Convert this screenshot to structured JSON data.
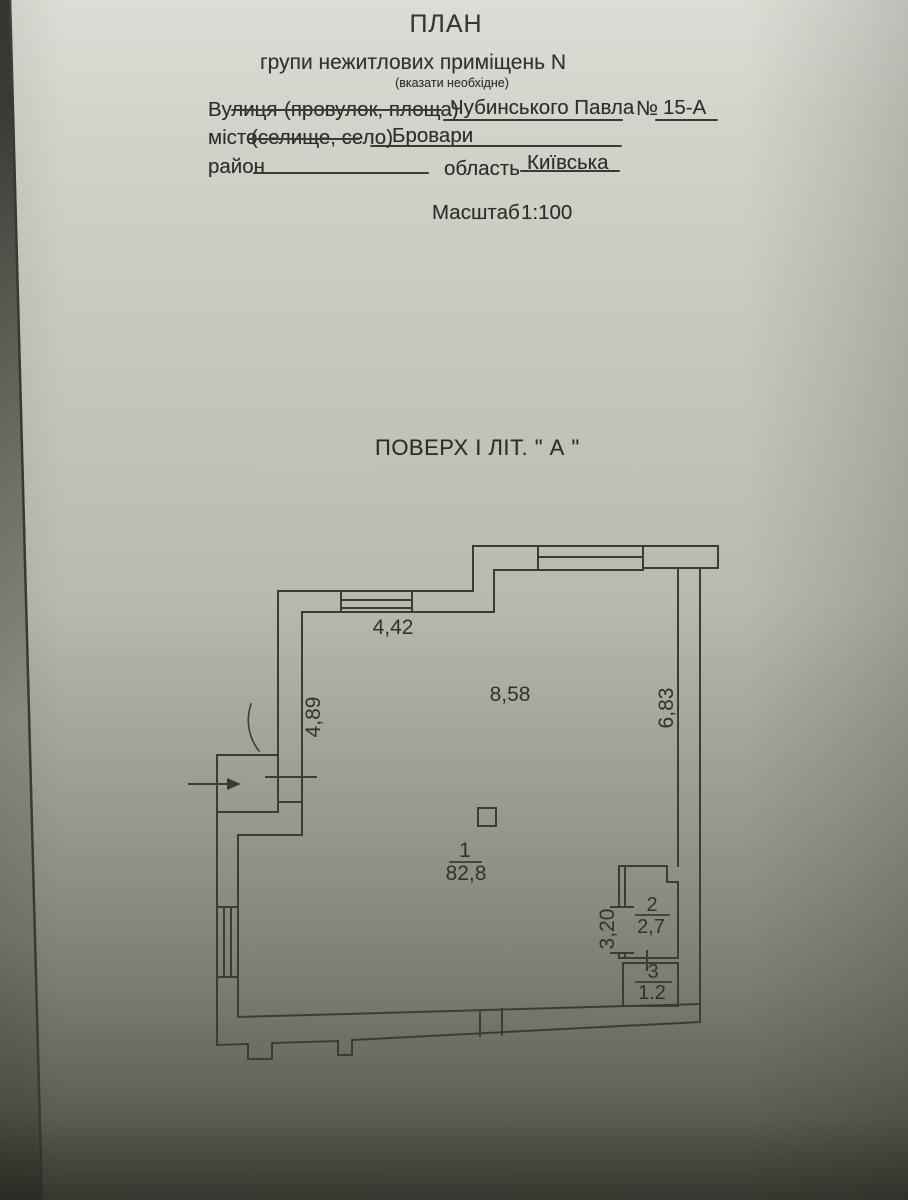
{
  "header": {
    "title": "ПЛАН",
    "subtitle": "групи нежитлових приміщень N",
    "note": "(вказати необхідне)",
    "street_label": "Вулиця",
    "street_strike": "(провулок, площа)",
    "street_value": "Чубинського Павла",
    "number_sign": "№",
    "number_value": "15-А",
    "city_label": "місто",
    "city_strike": "(селище, село)",
    "city_value": "Бровари",
    "district_label": "район",
    "region_label": "область",
    "region_value": "Київська",
    "scale_label": "Масштаб",
    "scale_value": "1:100"
  },
  "section": {
    "floor_title": "ПОВЕРХ І ЛІТ. \" А \""
  },
  "plan": {
    "dims": {
      "top_left_wall": "4,42",
      "interior_width": "8,58",
      "left_wall": "4,89",
      "right_wall": "6,83",
      "partition": "3,20"
    },
    "rooms": [
      {
        "number": "1",
        "area": "82,8"
      },
      {
        "number": "2",
        "area": "2,7"
      },
      {
        "number": "3",
        "area": "1.2"
      }
    ]
  },
  "colors": {
    "paper_light": "#dadcd4",
    "paper_dark": "#45463d",
    "ink": "#32322c"
  }
}
